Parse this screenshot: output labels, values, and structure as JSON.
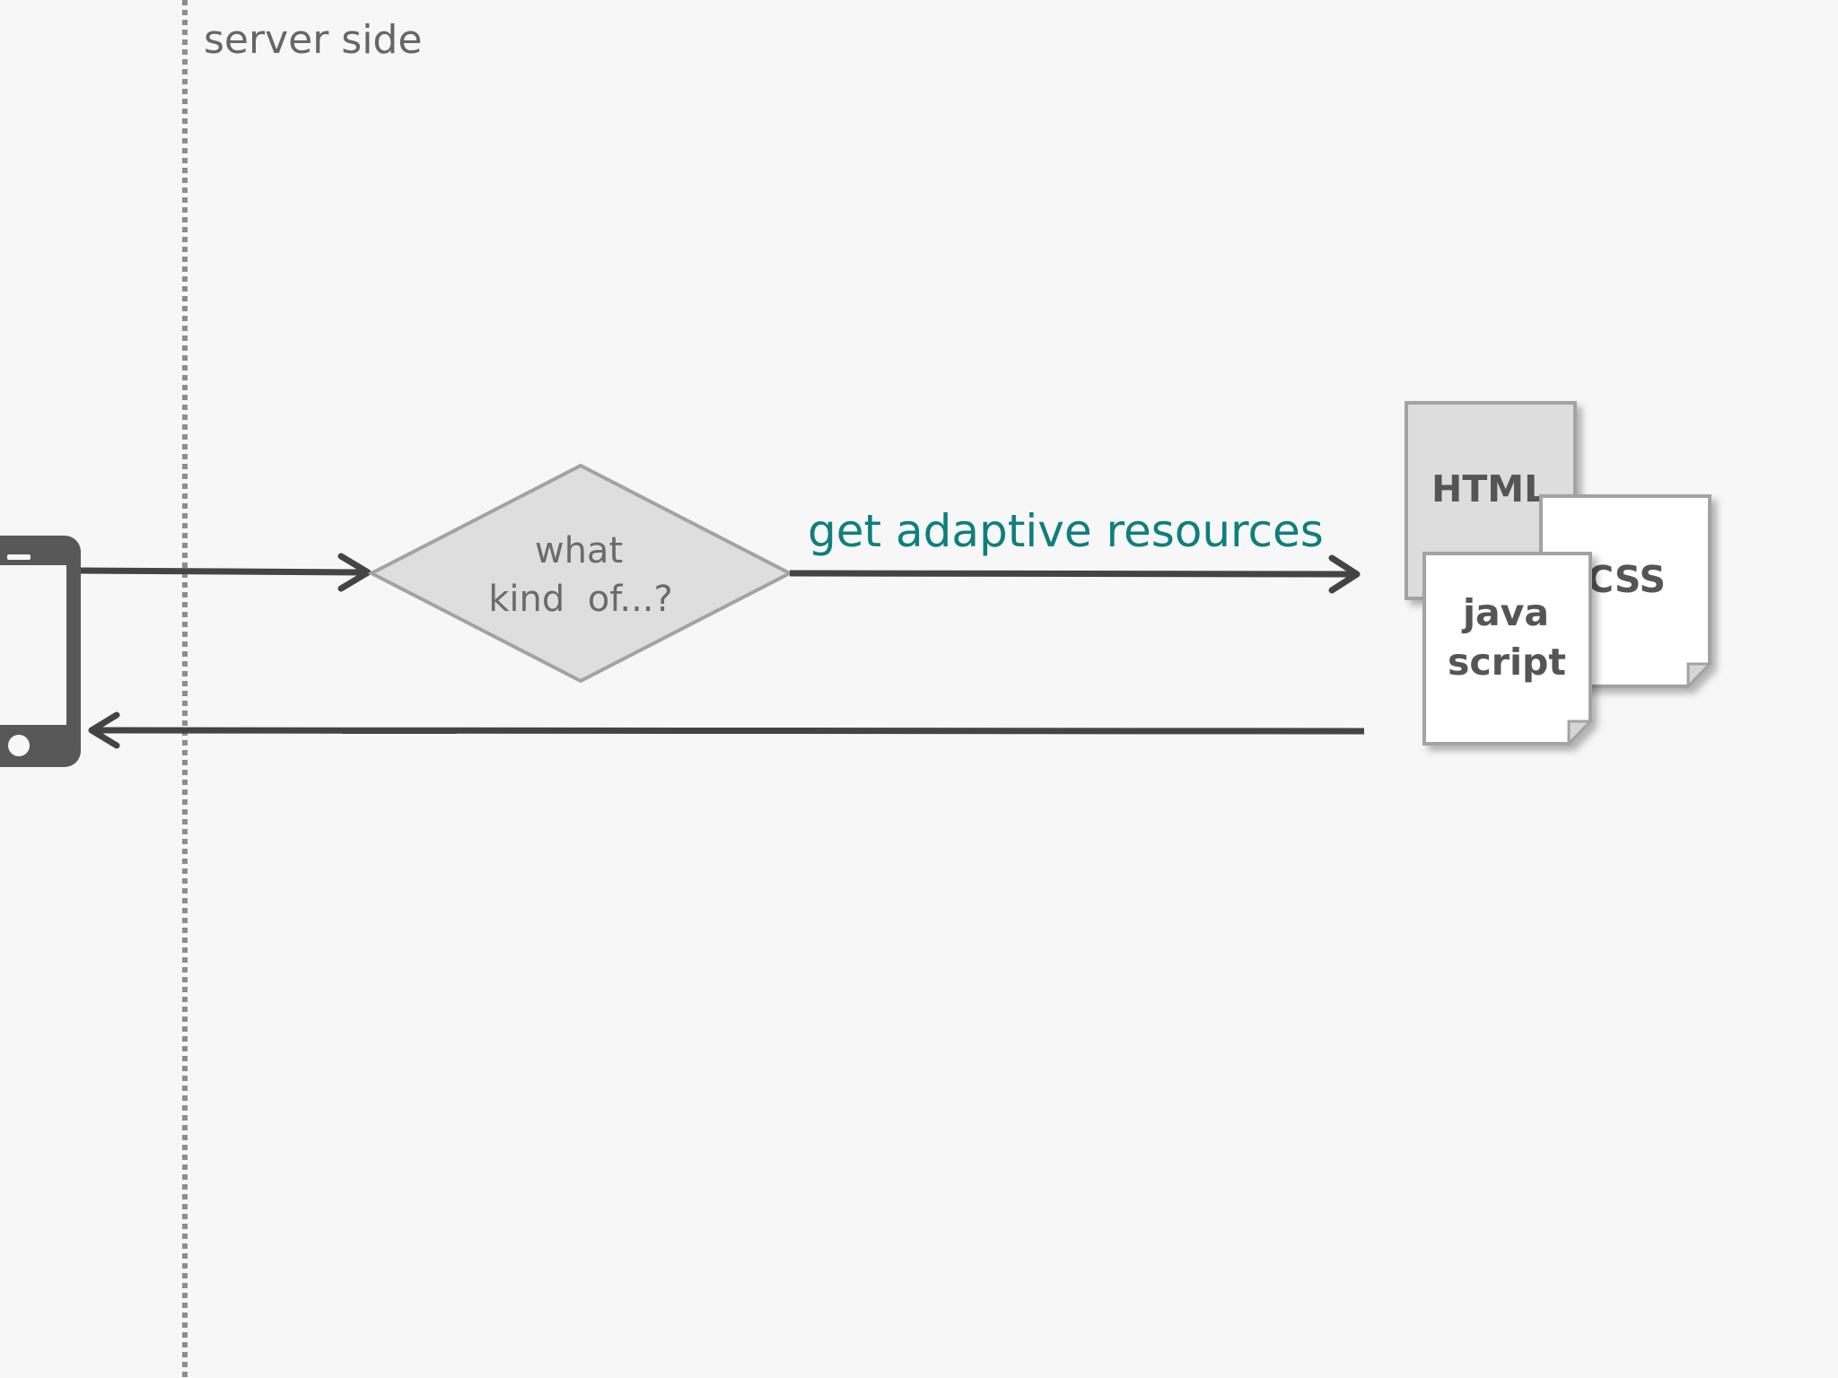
{
  "region": {
    "server_label": "server side"
  },
  "decision": {
    "line1": "what",
    "line2": "kind  of...?"
  },
  "request_label": "get adaptive resources",
  "resources": {
    "html": "HTML",
    "css": "CSS",
    "js_line1": "java",
    "js_line2": "script"
  },
  "colors": {
    "background": "#f7f7f7",
    "arrow": "#444444",
    "accent": "#0e7f7d",
    "shape_fill": "#dedede",
    "shape_stroke": "#a3a3a3",
    "doc_fill": "#ffffff"
  },
  "icons": {
    "client_device": "smartphone-icon"
  }
}
